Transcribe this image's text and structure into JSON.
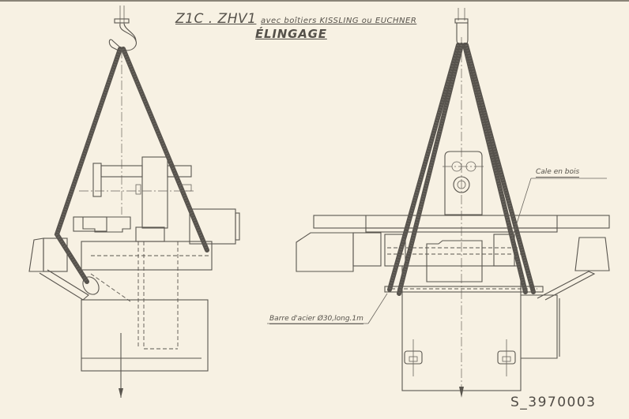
{
  "drawing": {
    "title_line1_model": "Z1C . ZHV1",
    "title_line1_rest": "avec boîtiers KISSLING ou EUCHNER",
    "title_line2": "ÉLINGAGE",
    "labels": {
      "wood_wedge": "Cale en bois",
      "steel_bar": "Barre d'acier Ø30,long.1m"
    },
    "document_number": "S_3970003",
    "views": [
      {
        "name": "side-view",
        "description": "Machine lifted by crane hook with two slings"
      },
      {
        "name": "front-view",
        "description": "Machine lifted with slings, wood wedges and steel bar"
      }
    ],
    "colors": {
      "paper": "#f7f1e3",
      "ink": "#5a564f"
    }
  }
}
